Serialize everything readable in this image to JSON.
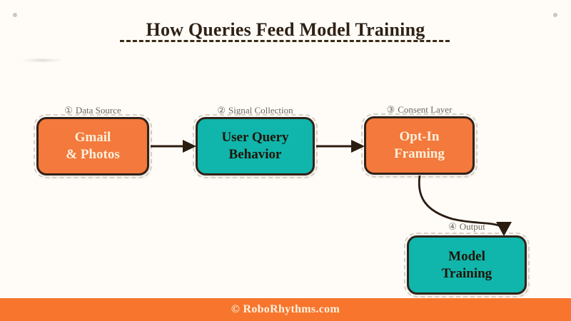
{
  "title": "How Queries Feed Model Training",
  "nodes": [
    {
      "step_num": "①",
      "step_label": "Data Source",
      "line1": "Gmail",
      "line2": "& Photos",
      "color_key": "orange"
    },
    {
      "step_num": "②",
      "step_label": "Signal Collection",
      "line1": "User Query",
      "line2": "Behavior",
      "color_key": "teal"
    },
    {
      "step_num": "③",
      "step_label": "Consent Layer",
      "line1": "Opt-In",
      "line2": "Framing",
      "color_key": "orange"
    },
    {
      "step_num": "④",
      "step_label": "Output",
      "line1": "Model",
      "line2": "Training",
      "color_key": "teal"
    }
  ],
  "footer": {
    "text": "© RoboRhythms.com"
  },
  "colors": {
    "background": "#FFFCF8",
    "orange": "#F3793C",
    "teal": "#10B5AB",
    "border": "#32231A",
    "title": "#2F2114",
    "rule": "#3A2B15",
    "label": "#6F675C",
    "creamText": "#FBF0DB",
    "darkText": "#1E1408",
    "arrow": "#2B1C10",
    "footerBar": "#F8752D",
    "footerText": "#FCF1DE",
    "dot": "#CBC6C2"
  }
}
